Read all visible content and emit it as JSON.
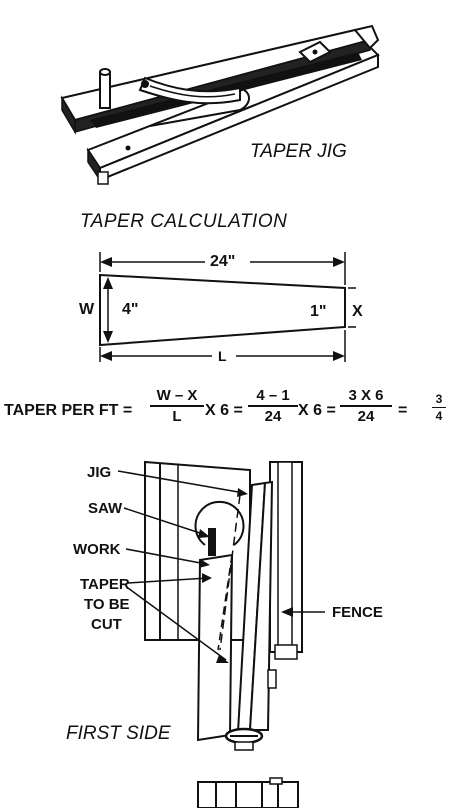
{
  "jig_label": "TAPER JIG",
  "calc_title": "TAPER CALCULATION",
  "diagram": {
    "length_top": "24\"",
    "w_label": "W",
    "four_label": "4\"",
    "one_label": "1\"",
    "x_label": "X",
    "l_label": "L"
  },
  "formula": {
    "lead": "TAPER PER FT =",
    "f1_num": "W – X",
    "f1_den": "L",
    "times1": "X 6 =",
    "f2_num": "4 – 1",
    "f2_den": "24",
    "times2": "X 6 =",
    "f3_num": "3 X 6",
    "f3_den": "24",
    "eq": "=",
    "f4_num": "3",
    "f4_den": "4"
  },
  "setup": {
    "jig": "JIG",
    "saw": "SAW",
    "work": "WORK",
    "taper1": "TAPER",
    "taper2": "TO BE",
    "taper3": "CUT",
    "fence": "FENCE",
    "first_side": "FIRST SIDE"
  }
}
